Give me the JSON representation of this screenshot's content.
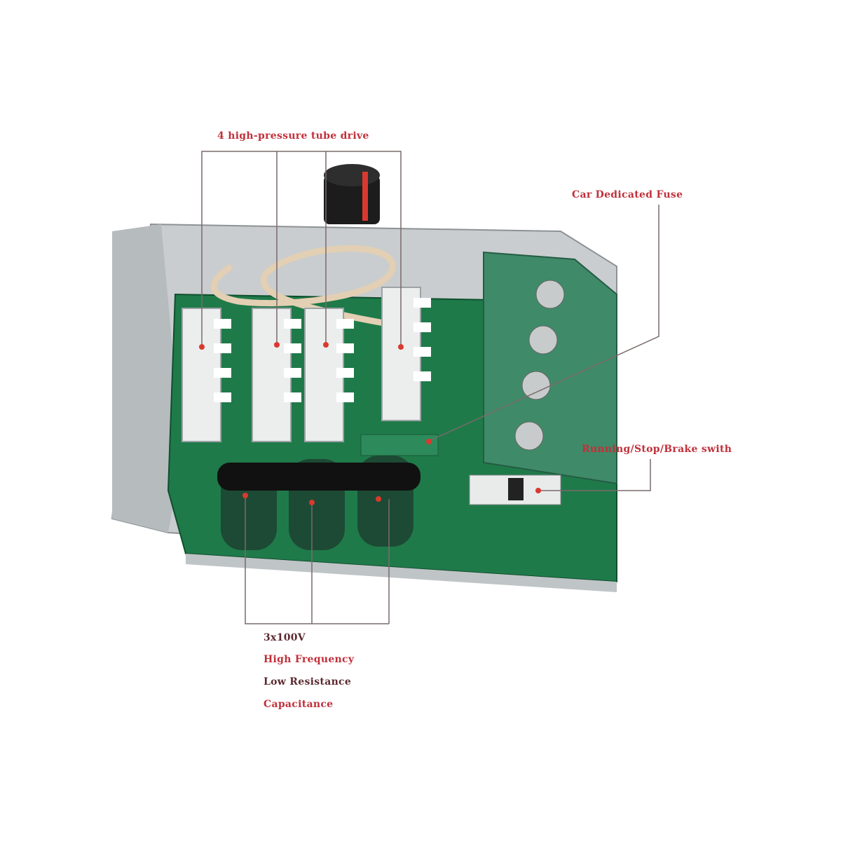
{
  "annotations": {
    "tube_drive": "4 high-pressure tube drive",
    "fuse": "Car Dedicated Fuse",
    "switch": "Running/Stop/Brake swith",
    "capacitor_lines": [
      "3x100V",
      "High Frequency",
      "Low Resistance",
      "Capacitance"
    ]
  },
  "colors": {
    "annotation_text": "#c0303a",
    "leader_line": "#7a6a6a",
    "pcb": "#1f7a4a",
    "terminal_block": "#3f8a68",
    "heatsink": "#e8eaea"
  }
}
